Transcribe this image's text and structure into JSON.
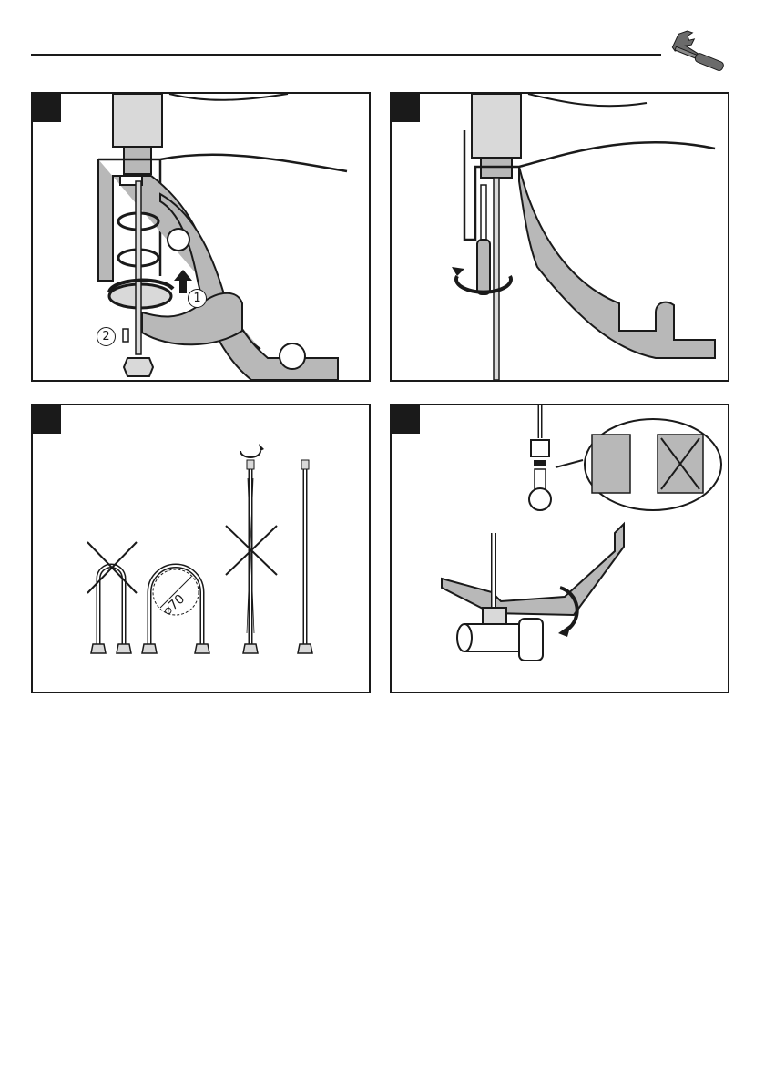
{
  "steps": [
    {
      "number": ""
    },
    {
      "number": ""
    },
    {
      "number": ""
    },
    {
      "number": ""
    }
  ],
  "callouts": {
    "one": "1",
    "two": "2"
  },
  "bend_radius_label": "⌀70",
  "colors": {
    "ink": "#1a1a1a",
    "fill_grey": "#b8b8b8",
    "light_grey": "#d9d9d9"
  },
  "icons": {
    "header": "wrench-screwdriver-icon"
  }
}
